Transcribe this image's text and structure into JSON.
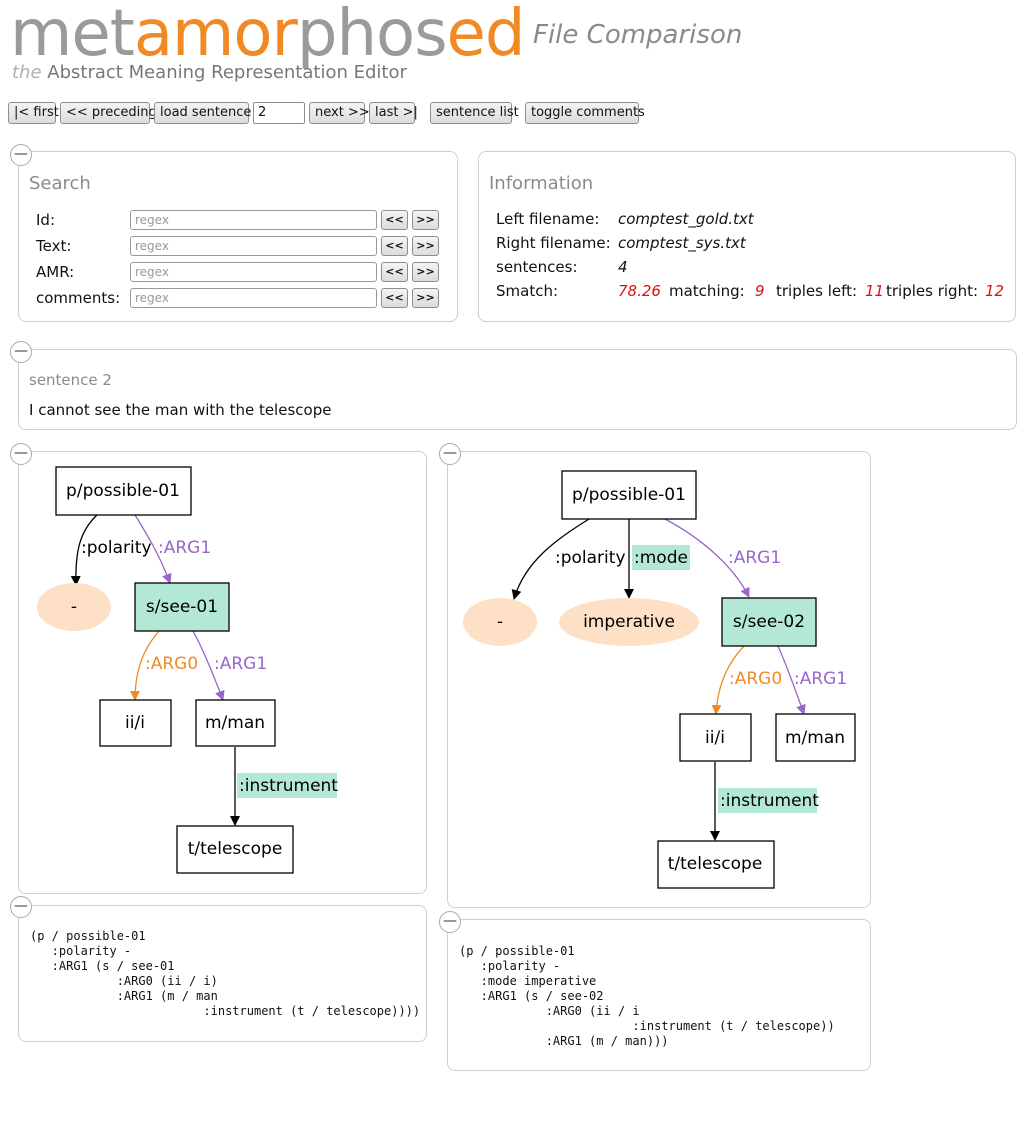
{
  "header": {
    "logo_gray1": "met",
    "logo_orange1": "amor",
    "logo_gray2": "phos",
    "logo_orange2": "ed",
    "subtitle": "File Comparison",
    "tagline_the": "the",
    "tagline_rest": "Abstract Meaning Representation Editor"
  },
  "nav": {
    "first": "|< first",
    "preceding": "<< preceding",
    "load": "load sentence",
    "sentence_number": "2",
    "next": "next >>",
    "last": "last >|",
    "sentence_list": "sentence list",
    "toggle_comments": "toggle comments"
  },
  "toggle_symbol": "—",
  "search": {
    "title": "Search",
    "fields": [
      {
        "label": "Id:",
        "placeholder": "regex"
      },
      {
        "label": "Text:",
        "placeholder": "regex"
      },
      {
        "label": "AMR:",
        "placeholder": "regex"
      },
      {
        "label": "comments:",
        "placeholder": "regex"
      }
    ],
    "prev": "<<",
    "next": ">>"
  },
  "info": {
    "title": "Information",
    "left_label": "Left filename:",
    "left_value": "comptest_gold.txt",
    "right_label": "Right filename:",
    "right_value": "comptest_sys.txt",
    "sentences_label": "sentences:",
    "sentences_value": "4",
    "smatch_label": "Smatch:",
    "smatch_value": "78.26",
    "matching_label": "matching:",
    "matching_value": "9",
    "triples_left_label": "triples left:",
    "triples_left_value": "11",
    "triples_right_label": "triples right:",
    "triples_right_value": "12"
  },
  "sentence": {
    "title": "sentence 2",
    "text": "I cannot see the man with the telescope"
  },
  "colors": {
    "match_fill": "#b3e8d5",
    "literal_fill": "#fde0c5",
    "arg0": "#f08a24",
    "arg1": "#9966cc",
    "red_value": "#dd1111"
  },
  "left_graph": {
    "nodes": {
      "possible": "p/possible-01",
      "minus": "-",
      "see": "s/see-01",
      "i": "ii/i",
      "man": "m/man",
      "telescope": "t/telescope"
    },
    "edges": {
      "polarity": ":polarity",
      "arg1_top": ":ARG1",
      "arg0": ":ARG0",
      "arg1_see": ":ARG1",
      "instrument": ":instrument"
    }
  },
  "right_graph": {
    "nodes": {
      "possible": "p/possible-01",
      "minus": "-",
      "imperative": "imperative",
      "see": "s/see-02",
      "i": "ii/i",
      "man": "m/man",
      "telescope": "t/telescope"
    },
    "edges": {
      "polarity": ":polarity",
      "mode": ":mode",
      "arg1_top": ":ARG1",
      "arg0": ":ARG0",
      "arg1_see": ":ARG1",
      "instrument": ":instrument"
    }
  },
  "left_amr": "(p / possible-01\n   :polarity -\n   :ARG1 (s / see-01\n            :ARG0 (ii / i)\n            :ARG1 (m / man\n                        :instrument (t / telescope))))",
  "right_amr": "(p / possible-01\n   :polarity -\n   :mode imperative\n   :ARG1 (s / see-02\n            :ARG0 (ii / i\n                        :instrument (t / telescope))\n            :ARG1 (m / man)))"
}
